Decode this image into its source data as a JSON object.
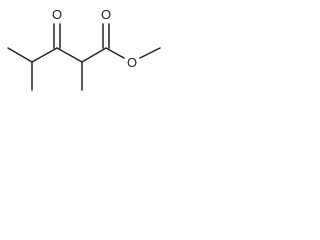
{
  "molecule": {
    "atoms": [
      {
        "id": "ketone-oxygen",
        "symbol": "O"
      },
      {
        "id": "carbonyl-oxygen",
        "symbol": "O"
      },
      {
        "id": "ester-oxygen",
        "symbol": "O"
      }
    ]
  }
}
